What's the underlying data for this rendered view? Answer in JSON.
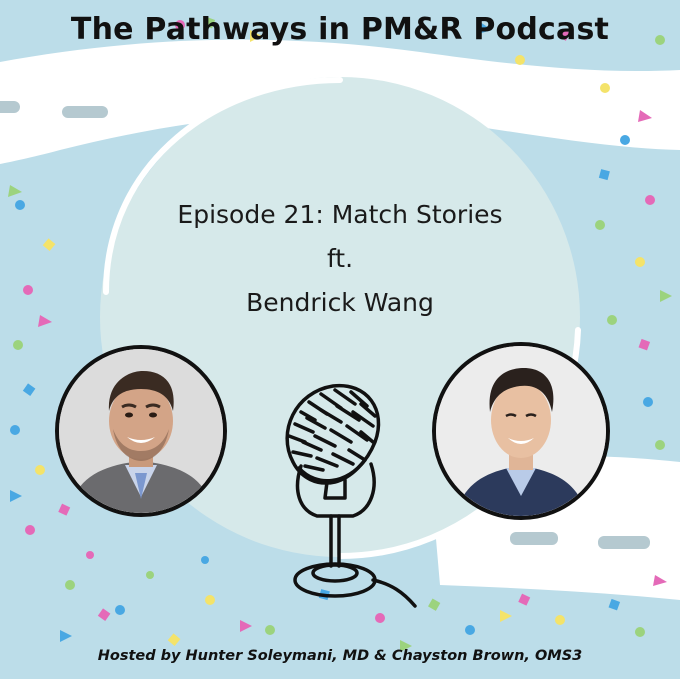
{
  "title": "The Pathways in PM&R Podcast",
  "episode": {
    "line1": "Episode 21: Match Stories",
    "line2": "ft.",
    "line3": "Bendrick Wang"
  },
  "footer": "Hosted by Hunter Soleymani, MD & Chayston Brown, OMS3",
  "colors": {
    "background": "#bcdde9",
    "circle": "#d6e9ea",
    "road": "#ffffff",
    "text": "#111111"
  },
  "icons": {
    "microphone": "microphone-icon",
    "confetti": "confetti-decoration"
  }
}
